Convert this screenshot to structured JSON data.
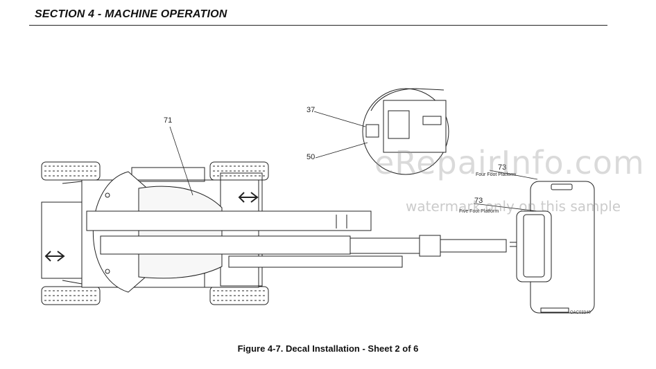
{
  "header": {
    "title": "SECTION 4 - MACHINE OPERATION"
  },
  "callouts": {
    "c71": "71",
    "c37": "37",
    "c50": "50",
    "c73a": "73",
    "c73b": "73"
  },
  "labels": {
    "four_foot": "Four Foot Platform",
    "five_foot": "Five Foot Platform",
    "drawing_code": "OAC03340"
  },
  "watermark": {
    "site": "eRepairInfo.com",
    "note": "watermark only on this sample"
  },
  "caption": "Figure 4-7. Decal Installation - Sheet 2 of 6"
}
